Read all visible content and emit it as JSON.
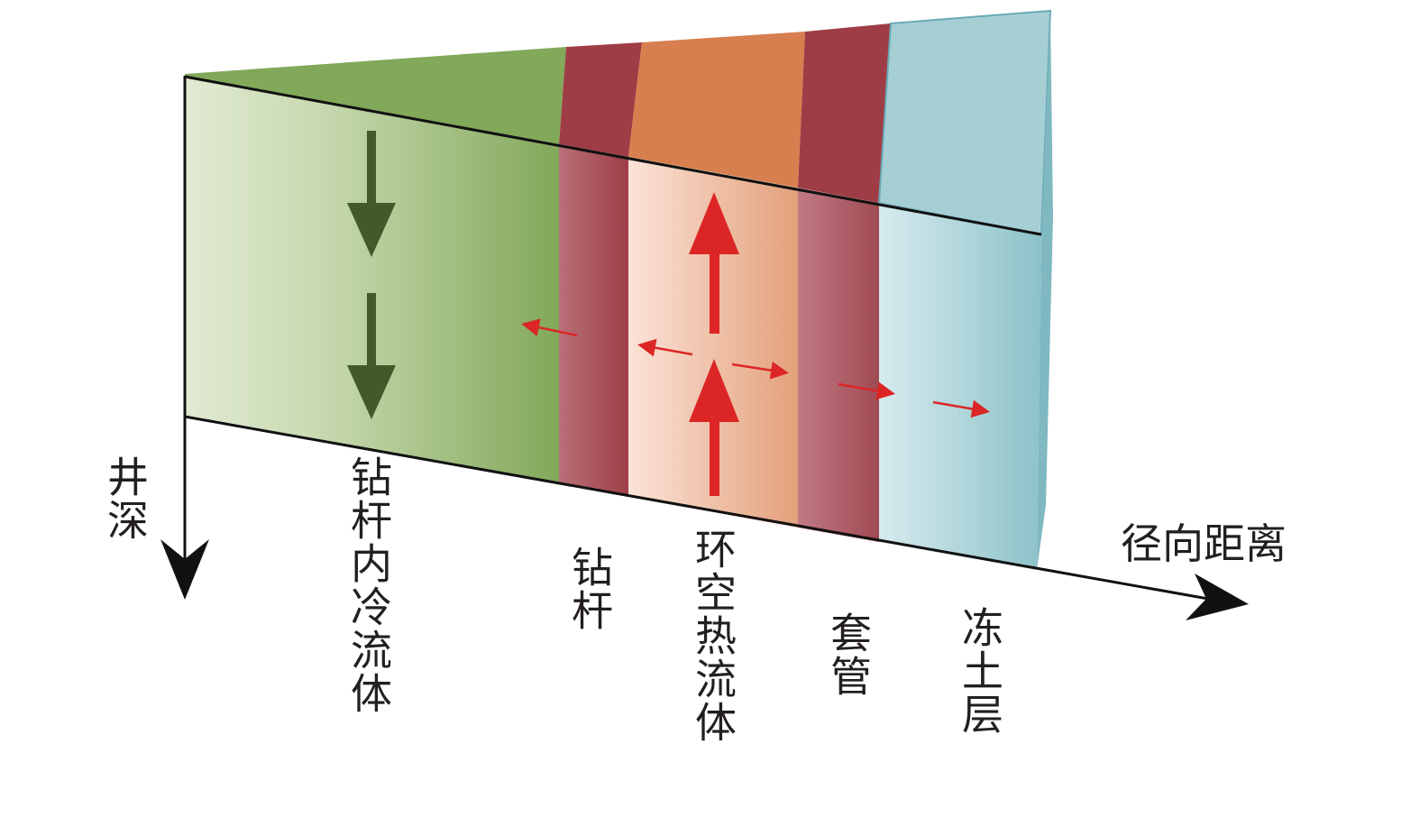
{
  "labels": {
    "depth": "井深",
    "inner_fluid": "钻杆内冷流体",
    "drill_pipe": "钻杆",
    "annulus_fluid": "环空热流体",
    "casing": "套管",
    "permafrost": "冻土层",
    "radial": "径向距离"
  },
  "colors": {
    "inner_fluid": "#82a85a",
    "drill_pipe": "#9e3d46",
    "annulus_fluid": "#d77f4e",
    "permafrost": "#a6cfd5",
    "flow_down": "#425a2a",
    "heat_arrow": "#dc2626"
  }
}
